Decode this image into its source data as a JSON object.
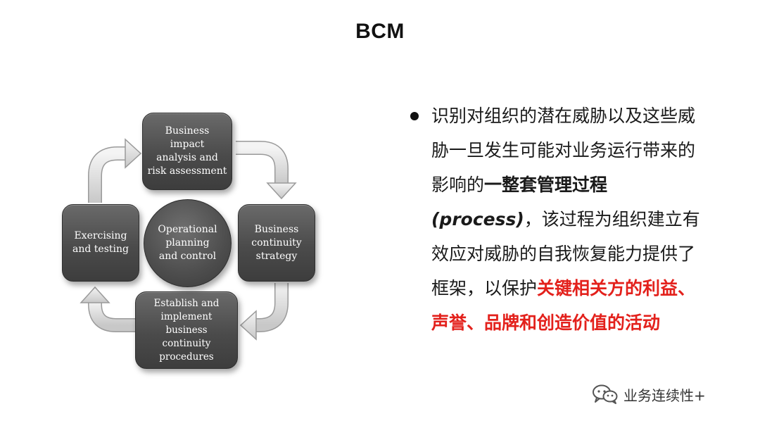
{
  "title": "BCM",
  "diagram": {
    "top_box": "Business impact\nanalysis and\nrisk assessment",
    "right_box": "Business\ncontinuity\nstrategy",
    "bottom_box": "Establish and\nimplement business\ncontinuity\nprocedures",
    "left_box": "Exercising\nand testing",
    "center": "Operational\nplanning\nand control"
  },
  "description": {
    "part1": "识别对组织的潜在威胁以及这些威胁一旦发生可能对业务运行带来的影响的",
    "part2": "一整套管理过程",
    "part3": "(process)",
    "part4": "，该过程为组织建立有效应对威胁的自我恢复能力提供了框架，以保护",
    "part5": "关键相关方的利益、声誉、品牌和创造价值的活动"
  },
  "watermark": "业务连续性+",
  "colors": {
    "highlight_red": "#e3211c",
    "box_gray": "#4b4b4b"
  }
}
